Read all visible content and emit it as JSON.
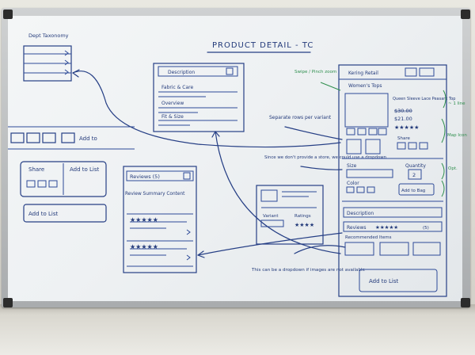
{
  "whiteboard": {
    "title": "PRODUCT DETAIL - TC",
    "left_top_label": "Dept Taxonomy",
    "left_strip_label": "Add to",
    "share_label": "Share",
    "add_to_list_label": "Add to List",
    "left_add_to_list": "Add to List",
    "reviews_panel": {
      "title": "Reviews (5)",
      "subtitle": "Review Summary Content"
    },
    "description_panel": {
      "title": "Description",
      "row1": "Fabric & Care",
      "row2": "Overview",
      "row3": "Fit & Size"
    },
    "note_variant": "Separate rows per variant",
    "note_stores": "Since we don't provide a store, we could use a dropdown",
    "variant_panel": {
      "variant_label": "Variant",
      "ratings_label": "Ratings"
    },
    "bottom_note": "This can be a dropdown if images are not available",
    "right_panel": {
      "brand": "Kering Retail",
      "category": "Women's Tops",
      "product_name": "Queen Sleeve Lace Peasant Top",
      "old_price": "$30.00",
      "price": "$21.00",
      "share_label": "Share",
      "size_label": "Size",
      "quantity_label": "Quantity",
      "quantity_value": "2",
      "color_label": "Color",
      "add_to_bag": "Add to Bag",
      "description_label": "Description",
      "reviews_label": "Reviews",
      "reviews_count": "(5)",
      "recommended_label": "Recommended Items",
      "add_to_list": "Add to List"
    },
    "green_notes": {
      "top": "Swipe / Pinch zoom",
      "side_price": "~ 1 line",
      "map": "Map Icon",
      "opt": "Opt."
    }
  }
}
